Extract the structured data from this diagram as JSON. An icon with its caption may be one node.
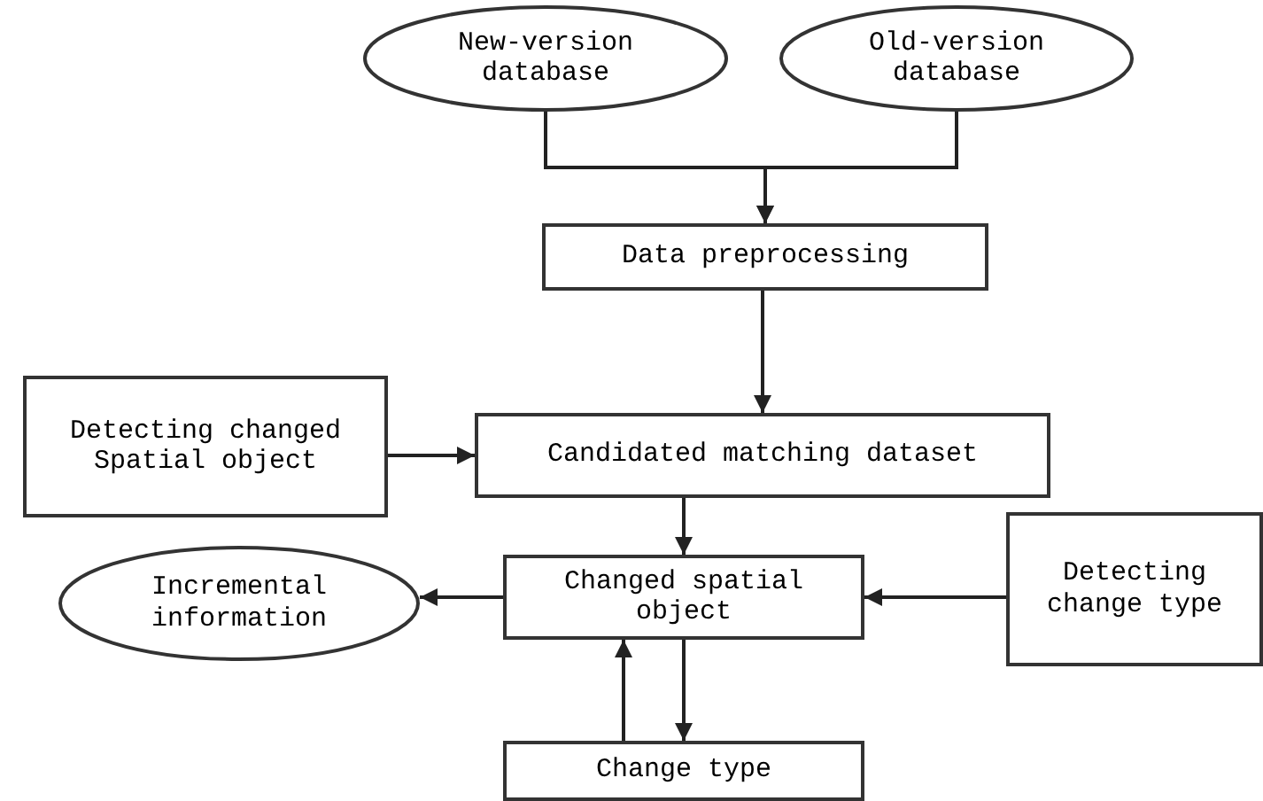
{
  "diagram": {
    "nodes": [
      {
        "text": [
          "New-version database"
        ]
      },
      {
        "text": [
          "Old-version database"
        ]
      },
      {
        "text": [
          "Data preprocessing"
        ]
      },
      {
        "text": [
          "Detecting changed Spatial object"
        ]
      },
      {
        "text": [
          "Candidated matching dataset"
        ]
      },
      {
        "text": [
          "Incremental information"
        ]
      },
      {
        "text": [
          "Changed spatial object"
        ]
      },
      {
        "text": [
          "Detecting change type"
        ]
      },
      {
        "text": [
          "Change type"
        ]
      }
    ],
    "edges": [
      {
        "from": 0,
        "to": 2,
        "arrow": "to"
      },
      {
        "from": 1,
        "to": 2,
        "arrow": "to"
      },
      {
        "from": 2,
        "to": 4,
        "arrow": "to"
      },
      {
        "from": 3,
        "to": 4,
        "arrow": "to"
      },
      {
        "from": 4,
        "to": 6,
        "arrow": "to"
      },
      {
        "from": 6,
        "to": 5,
        "arrow": "to"
      },
      {
        "from": 7,
        "to": 6,
        "arrow": "to"
      },
      {
        "from": 6,
        "to": 8,
        "arrow": "to"
      },
      {
        "from": 8,
        "to": 6,
        "arrow": "to"
      }
    ]
  }
}
